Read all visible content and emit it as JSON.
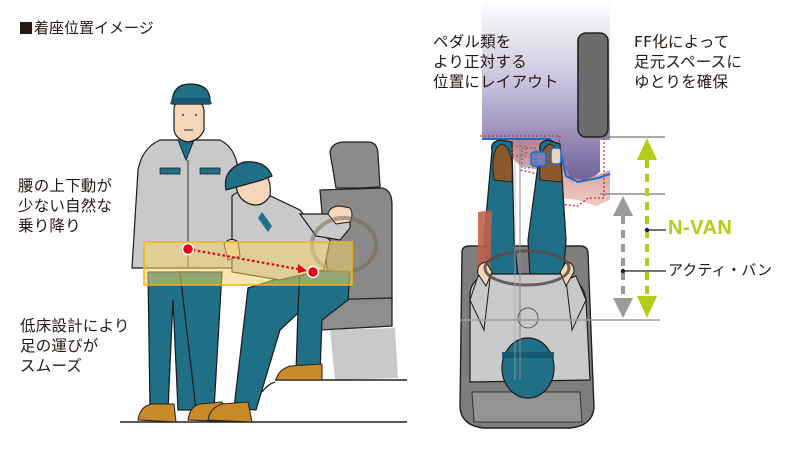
{
  "title": {
    "marker": "■",
    "label": "着座位置イメージ"
  },
  "left_panel": {
    "caption_top": "腰の上下動が\n少ない自然な\n乗り降り",
    "caption_bottom": "低床設計により\n足の運びが\nスムーズ"
  },
  "right_panel": {
    "caption_pedals": "ペダル類を\nより正対する\n位置にレイアウト",
    "caption_ff": "FF化によって\n足元スペースに\nゆとりを確保",
    "legend": {
      "nvan": {
        "label": "N-VAN",
        "color": "#b5cc18"
      },
      "acty": {
        "label": "アクティ・バン",
        "color": "#9a9a9a"
      }
    }
  },
  "colors": {
    "jacket": "#c8c9ca",
    "pants": "#1f6f86",
    "cap": "#1f6f86",
    "skin": "#f6d6b8",
    "shoes": "#c98a2a",
    "seat": "#8a8a88",
    "highlight": "#f3d36a",
    "marker_red": "#e60012",
    "nvan_green": "#b5cc18",
    "acty_gray": "#9a9a9a",
    "footwell_purple": "#7b6fa8",
    "footwell_red": "#d9756a",
    "outline_blue": "#1f6ac9"
  }
}
